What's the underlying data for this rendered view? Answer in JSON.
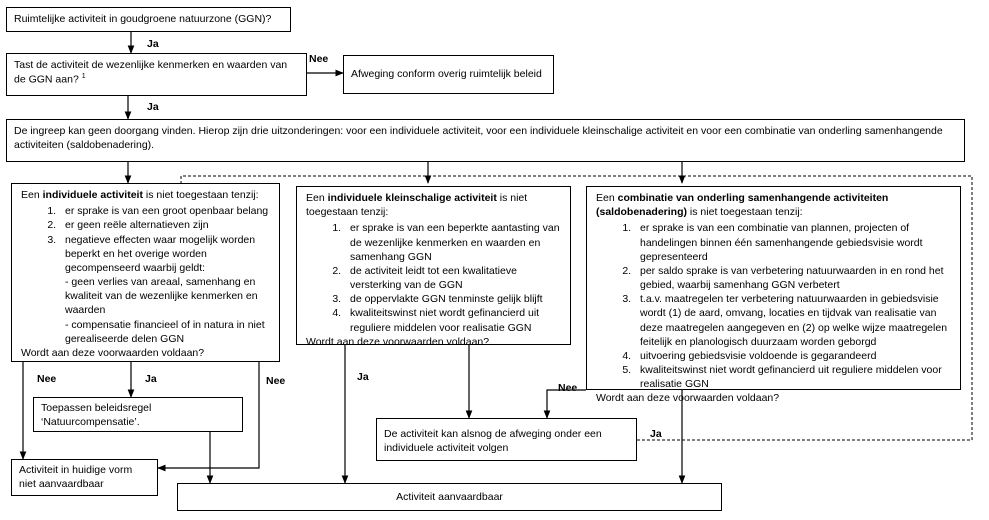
{
  "q1": "Ruimtelijke activiteit in goudgroene natuurzone (GGN)?",
  "q2": "Tast de activiteit de wezenlijke kenmerken en waarden van de GGN aan?",
  "q2_sup": "1",
  "alt": "Afweging conform overig ruimtelijk beleid",
  "intro": "De ingreep kan geen doorgang vinden. Hierop zijn drie uitzonderingen: voor een individuele activiteit, voor een individuele kleinschalige activiteit en voor een combinatie van onderling samenhangende activiteiten (saldobenadering).",
  "col1": {
    "pre": "Een ",
    "bold": "individuele activiteit",
    "post": " is niet toegestaan tenzij:",
    "items": [
      "er sprake is van een groot openbaar belang",
      "er geen reële alternatieven zijn",
      "negatieve effecten waar mogelijk worden beperkt en het overige worden gecompenseerd waarbij geldt:"
    ],
    "sub": [
      "- geen verlies van areaal, samenhang en kwaliteit van de wezenlijke kenmerken en waarden",
      "- compensatie financieel of in natura in niet gerealiseerde delen GGN"
    ],
    "question": "Wordt aan deze voorwaarden voldaan?"
  },
  "col2": {
    "pre": "Een ",
    "bold": "individuele kleinschalige activiteit",
    "post": " is niet toegestaan tenzij:",
    "items": [
      "er sprake is van een beperkte aantasting van de wezenlijke kenmerken en waarden en samenhang GGN",
      "de activiteit leidt tot een kwalitatieve versterking van de GGN",
      "de oppervlakte GGN tenminste gelijk blijft",
      "kwaliteitswinst niet wordt gefinancierd uit reguliere middelen voor realisatie GGN"
    ],
    "question": "Wordt aan deze voorwaarden voldaan?"
  },
  "col3": {
    "pre": "Een ",
    "bold": "combinatie van onderling samenhangende activiteiten (saldobenadering)",
    "post": " is niet toegestaan tenzij:",
    "items": [
      "er sprake is van een combinatie van plannen, projecten of handelingen binnen één samenhangende gebiedsvisie wordt gepresenteerd",
      "per saldo sprake is van verbetering natuurwaarden in en rond het gebied, waarbij samenhang GGN verbetert",
      "t.a.v. maatregelen ter verbetering natuurwaarden in gebiedsvisie wordt (1) de aard, omvang, locaties en tijdvak van realisatie van deze maatregelen aangegeven en (2) op welke wijze maatregelen feitelijk en planologisch duurzaam worden geborgd",
      "uitvoering gebiedsvisie voldoende is gegarandeerd",
      "kwaliteitswinst niet wordt gefinancierd uit reguliere middelen voor realisatie GGN"
    ],
    "question": "Wordt aan deze voorwaarden voldaan?"
  },
  "comp": "Toepassen beleidsregel ‘Natuurcompensatie’.",
  "alsnog": "De activiteit kan alsnog de afweging onder een individuele activiteit volgen",
  "not_ok": "Activiteit in huidige vorm niet aanvaardbaar",
  "ok": "Activiteit aanvaardbaar",
  "labels": {
    "ja": "Ja",
    "nee": "Nee"
  }
}
